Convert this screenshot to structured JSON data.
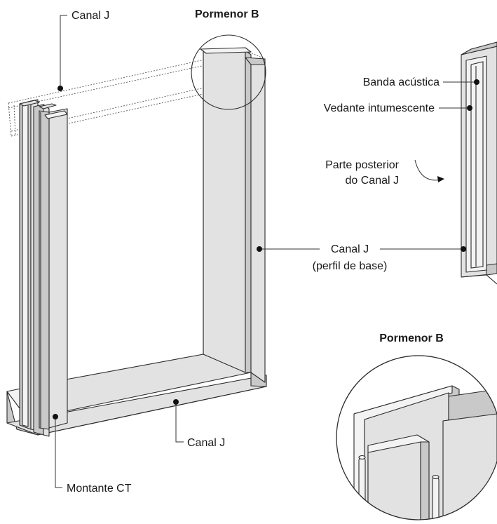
{
  "labels": {
    "canal_j_top": "Canal J",
    "pormenor_b_top": "Pormenor B",
    "banda_acustica": "Banda acústica",
    "vedante_intumescente": "Vedante intumescente",
    "parte_posterior_line1": "Parte posterior",
    "parte_posterior_line2": "do Canal J",
    "canal_j_right_line1": "Canal J",
    "canal_j_right_line2": "(perfil de base)",
    "pormenor_b_detail": "Pormenor B",
    "canal_j_bottom": "Canal J",
    "montante_ct": "Montante CT"
  },
  "colors": {
    "panel_light": "#e2e2e2",
    "panel_dark": "#c9c9c9",
    "line": "#2b2b2b"
  }
}
